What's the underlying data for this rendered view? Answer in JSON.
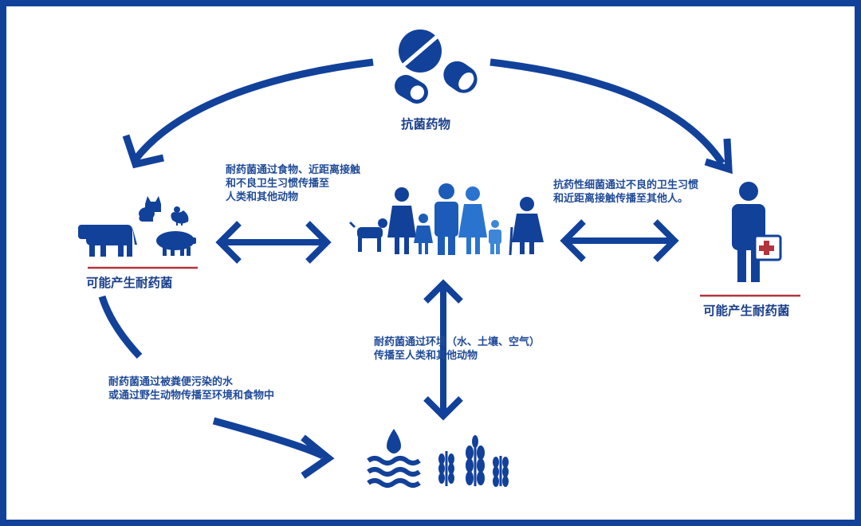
{
  "colors": {
    "primary": "#12419a",
    "accent": "#b2343c",
    "border": "#12419a"
  },
  "nodes": {
    "antibiotics": {
      "label": "抗菌药物",
      "icon": "pills-icon"
    },
    "animals": {
      "label": "可能产生耐药菌",
      "icon": "livestock-icon"
    },
    "people": {
      "icon": "family-icon"
    },
    "patient": {
      "label": "可能产生耐药菌",
      "icon": "patient-icon"
    },
    "environment": {
      "icon": "water-and-crops-icon"
    }
  },
  "edges": {
    "animals_people": {
      "line1": "耐药菌通过食物、近距离接触",
      "line2": "和不良卫生习惯传播至",
      "line3": "人类和其他动物"
    },
    "people_patient": {
      "line1": "抗药性细菌通过不良的卫生习惯",
      "line2": "和近距离接触传播至其他人。"
    },
    "people_environment": {
      "line1": "耐药菌通过环境（水、土壤、空气）",
      "line2": "传播至人类和其他动物"
    },
    "animals_environment": {
      "line1": "耐药菌通过被粪便污染的水",
      "line2": "或通过野生动物传播至环境和食物中"
    }
  }
}
